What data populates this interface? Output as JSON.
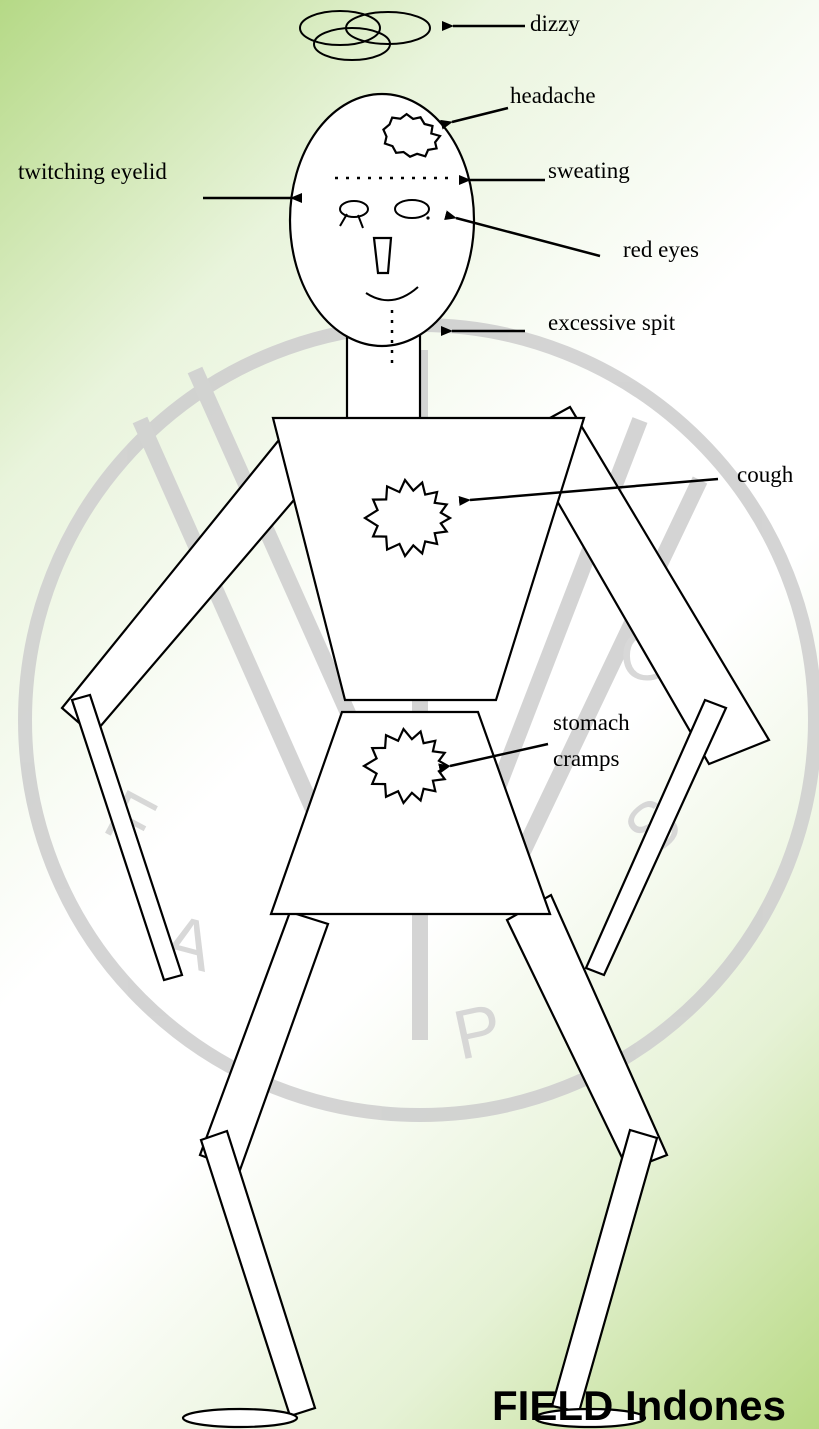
{
  "labels": {
    "dizzy": "dizzy",
    "headache": "headache",
    "twitching_eyelid": "twitching eyelid",
    "sweating": "sweating",
    "red_eyes": "red eyes",
    "excessive_spit": "excessive spit",
    "cough": "cough",
    "stomach_line1": "stomach",
    "stomach_line2": "cramps"
  },
  "watermark_letters": [
    "F",
    "A",
    "O",
    "P",
    "S"
  ],
  "footer": {
    "brand": "FIELD Indones"
  },
  "colors": {
    "background_accent": "#b5d986",
    "watermark": "#cfcfcf",
    "stroke": "#000000"
  }
}
